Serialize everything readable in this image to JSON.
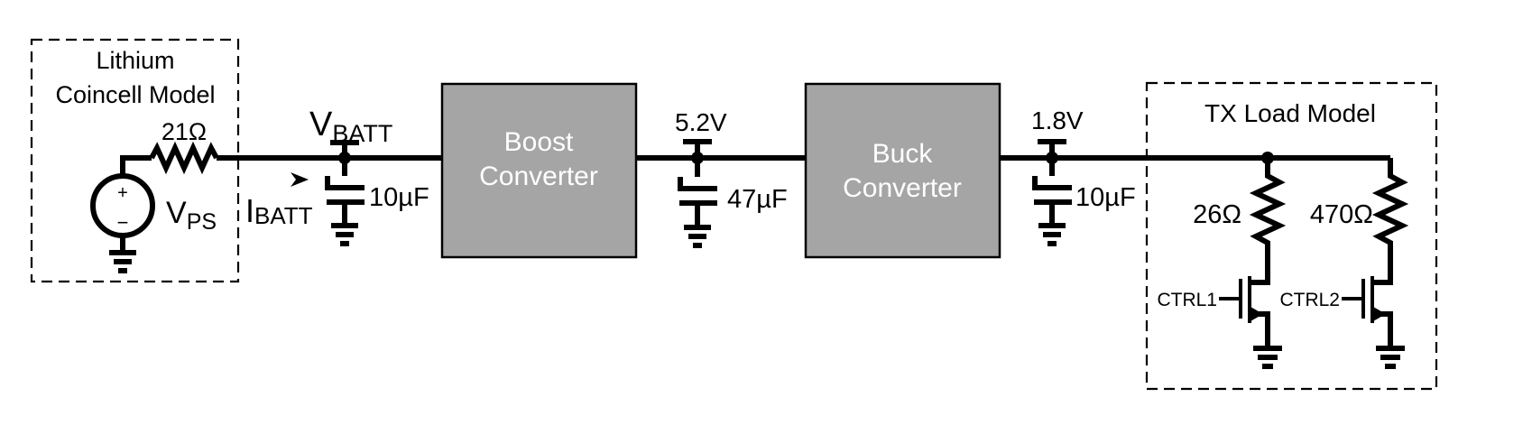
{
  "diagram": {
    "battery_model": {
      "title_line1": "Lithium",
      "title_line2": "Coincell Model",
      "series_resistor": "21Ω",
      "source_label_main": "V",
      "source_label_sub": "PS",
      "plus": "+",
      "minus": "−"
    },
    "battery_node": {
      "voltage_main": "V",
      "voltage_sub": "BATT",
      "current_main": "I",
      "current_sub": "BATT",
      "capacitor": "10µF"
    },
    "boost": {
      "line1": "Boost",
      "line2": "Converter"
    },
    "boost_output": {
      "voltage": "5.2V",
      "capacitor": "47µF"
    },
    "buck": {
      "line1": "Buck",
      "line2": "Converter"
    },
    "buck_output": {
      "voltage": "1.8V",
      "capacitor": "10µF"
    },
    "tx_load": {
      "title": "TX Load Model",
      "branch1_resistor": "26Ω",
      "branch1_control": "CTRL1",
      "branch2_resistor": "470Ω",
      "branch2_control": "CTRL2"
    },
    "colors": {
      "block_fill": "#a5a5a5",
      "wire": "#000000",
      "block_text": "#ffffff"
    }
  }
}
